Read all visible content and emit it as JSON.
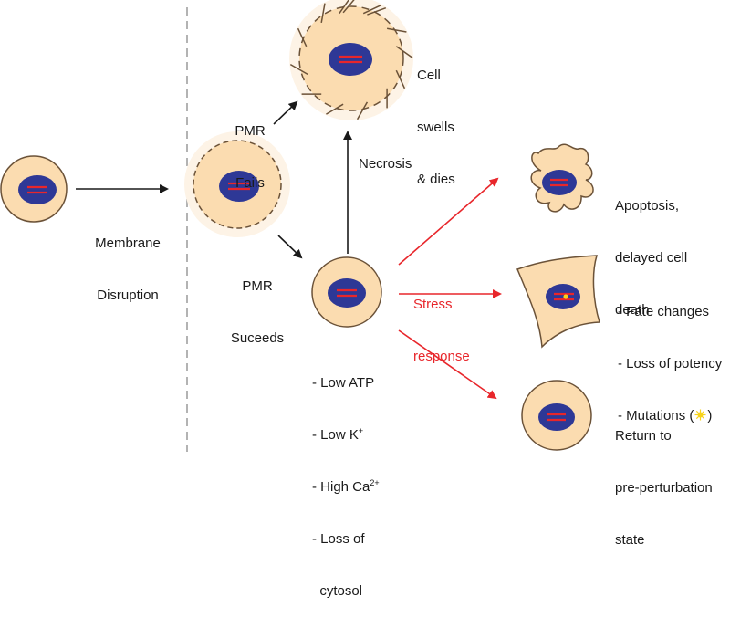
{
  "labels": {
    "membrane_disruption": [
      "Membrane",
      "Disruption"
    ],
    "pmr_fails": [
      "PMR",
      "Fails"
    ],
    "pmr_succeeds": [
      "PMR",
      "Suceeds"
    ],
    "necrosis": "Necrosis",
    "cell_swells_dies": [
      "Cell",
      "swells",
      "& dies"
    ],
    "stress_response": [
      "Stress",
      "response"
    ],
    "apoptosis": [
      "Apoptosis,",
      "delayed cell",
      "death"
    ],
    "fate_changes": [
      "- Fate changes",
      "- Loss of potency",
      "- Mutations ("
    ],
    "return_state": [
      "Return to",
      "pre-perturbation",
      "state"
    ],
    "conditions": {
      "atp": "- Low ATP",
      "k_base": "- Low K",
      "k_sup": "+",
      "ca_base": "- High Ca",
      "ca_sup": "2+",
      "cytosol": [
        "- Loss of",
        "  cytosol"
      ]
    },
    "mutations_close": ")"
  },
  "colors": {
    "cell_fill": "#fbdcb0",
    "cell_stroke": "#6b5238",
    "halo": "#fdf3e6",
    "nucleus": "#2e3896",
    "chromosome": "#e8262b",
    "arrow_black": "#1a1a1a",
    "arrow_red": "#e8262b",
    "divider": "#b3b3b3",
    "mutation_star": "#f7d31b"
  },
  "icons": [
    "arrow-right-icon",
    "star-icon"
  ]
}
